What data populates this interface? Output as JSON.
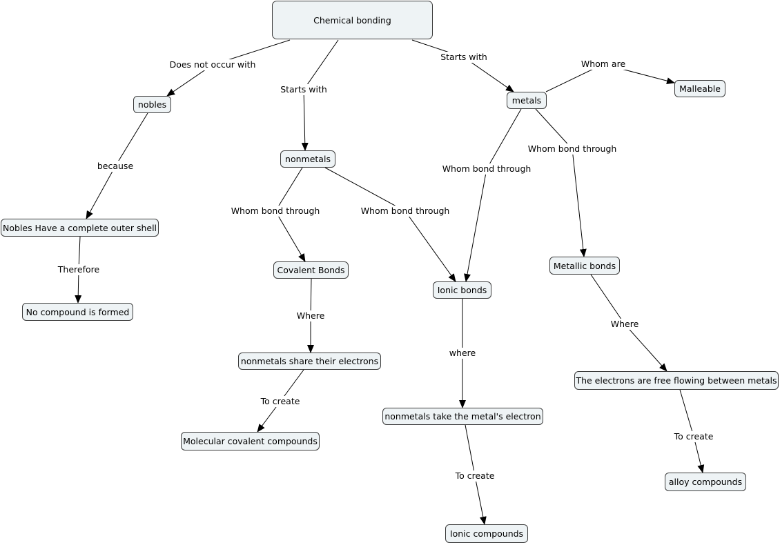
{
  "concept_map": {
    "nodes": [
      {
        "id": "chemical_bonding",
        "label": "Chemical bonding"
      },
      {
        "id": "nobles",
        "label": "nobles"
      },
      {
        "id": "nonmetals",
        "label": "nonmetals"
      },
      {
        "id": "metals",
        "label": "metals"
      },
      {
        "id": "malleable",
        "label": "Malleable"
      },
      {
        "id": "nobles_shell",
        "label": "Nobles Have a complete outer shell"
      },
      {
        "id": "no_compound",
        "label": "No compound is formed"
      },
      {
        "id": "covalent_bonds",
        "label": "Covalent Bonds"
      },
      {
        "id": "share_electrons",
        "label": "nonmetals share their electrons"
      },
      {
        "id": "molecular_covalent",
        "label": "Molecular covalent compounds"
      },
      {
        "id": "ionic_bonds",
        "label": "Ionic bonds"
      },
      {
        "id": "take_electron",
        "label": "nonmetals take the metal's electron"
      },
      {
        "id": "ionic_compounds",
        "label": "Ionic compounds"
      },
      {
        "id": "metallic_bonds",
        "label": "Metallic bonds"
      },
      {
        "id": "free_flowing",
        "label": "The electrons are free flowing between metals"
      },
      {
        "id": "alloy_compounds",
        "label": "alloy compounds"
      }
    ],
    "links": [
      {
        "id": "l1",
        "from": "chemical_bonding",
        "to": "nobles",
        "label": "Does not occur with"
      },
      {
        "id": "l2",
        "from": "chemical_bonding",
        "to": "nonmetals",
        "label": "Starts with"
      },
      {
        "id": "l3",
        "from": "chemical_bonding",
        "to": "metals",
        "label": "Starts with"
      },
      {
        "id": "l4",
        "from": "metals",
        "to": "malleable",
        "label": "Whom are"
      },
      {
        "id": "l5",
        "from": "nobles",
        "to": "nobles_shell",
        "label": "because"
      },
      {
        "id": "l6",
        "from": "nobles_shell",
        "to": "no_compound",
        "label": "Therefore"
      },
      {
        "id": "l7",
        "from": "nonmetals",
        "to": "covalent_bonds",
        "label": "Whom bond through"
      },
      {
        "id": "l8",
        "from": "nonmetals",
        "to": "ionic_bonds",
        "label": "Whom bond through"
      },
      {
        "id": "l9",
        "from": "metals",
        "to": "ionic_bonds",
        "label": "Whom bond through"
      },
      {
        "id": "l10",
        "from": "metals",
        "to": "metallic_bonds",
        "label": "Whom bond through"
      },
      {
        "id": "l11",
        "from": "covalent_bonds",
        "to": "share_electrons",
        "label": "Where"
      },
      {
        "id": "l12",
        "from": "share_electrons",
        "to": "molecular_covalent",
        "label": "To create"
      },
      {
        "id": "l13",
        "from": "ionic_bonds",
        "to": "take_electron",
        "label": "where"
      },
      {
        "id": "l14",
        "from": "take_electron",
        "to": "ionic_compounds",
        "label": "To create"
      },
      {
        "id": "l15",
        "from": "metallic_bonds",
        "to": "free_flowing",
        "label": "Where"
      },
      {
        "id": "l16",
        "from": "free_flowing",
        "to": "alloy_compounds",
        "label": "To create"
      }
    ]
  }
}
